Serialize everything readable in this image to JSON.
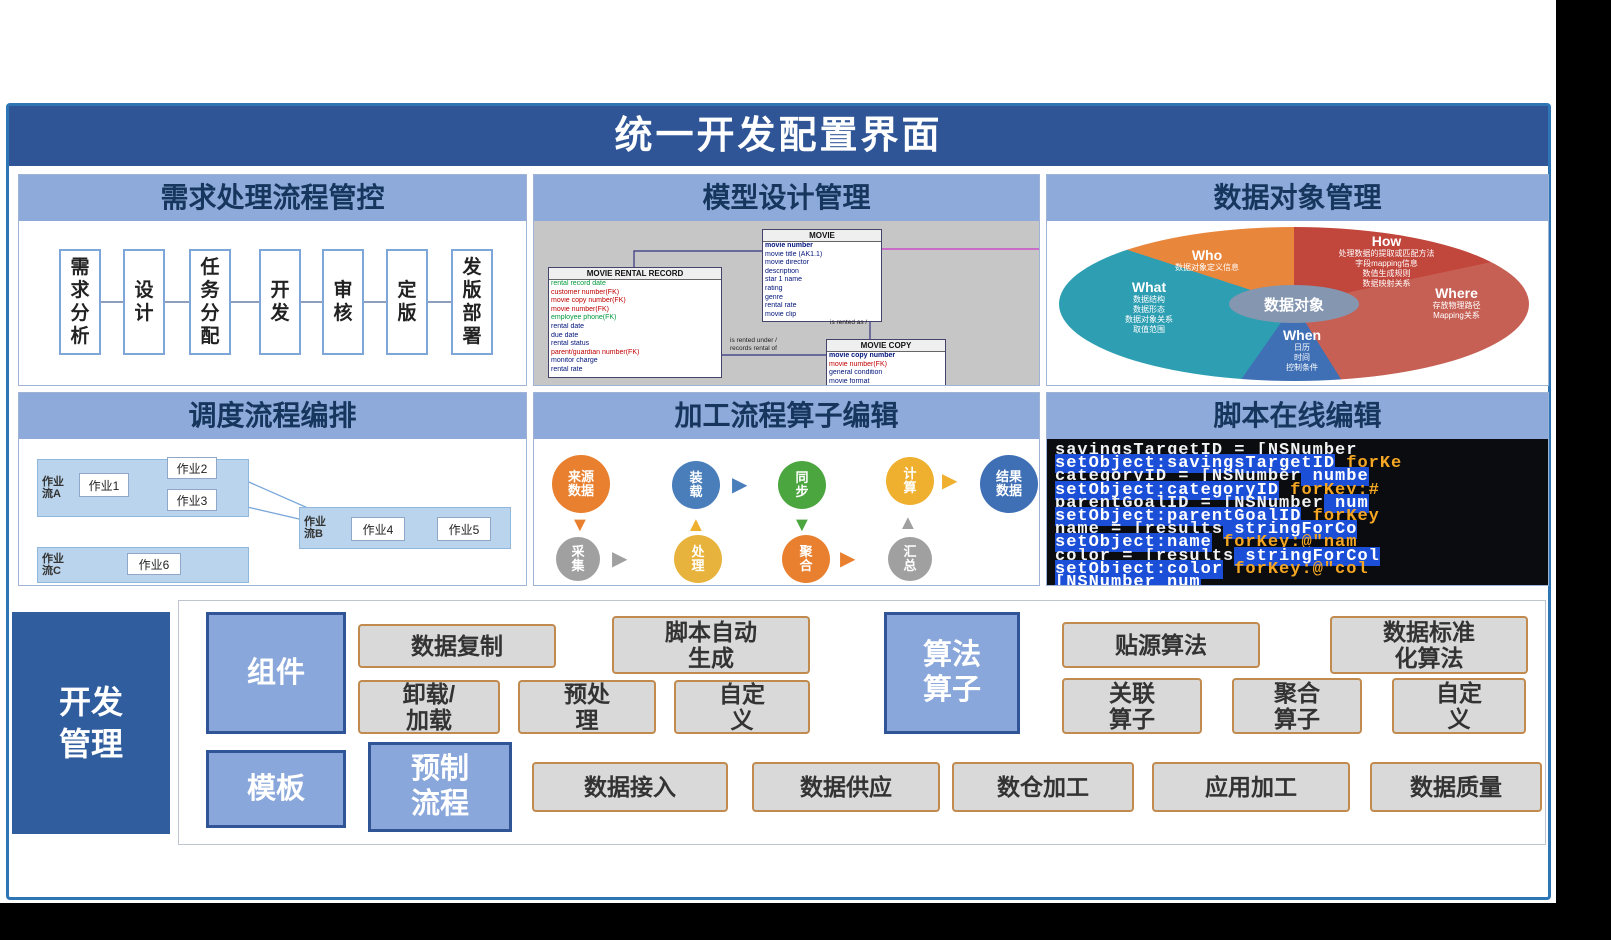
{
  "colors": {
    "header_bg": "#2F5597",
    "panel_header_bg": "#8EAADB",
    "accent_blue": "#2F5D9E",
    "button_gray": "#D9D9D9",
    "button_border": "#C18A4E",
    "code_highlight": "#1B4FD8"
  },
  "page": {
    "title": "统一开发配置界面"
  },
  "panels": {
    "req": {
      "title": "需求处理流程管控",
      "steps": [
        "需求分析",
        "设计",
        "任务分配",
        "开发",
        "审核",
        "定版",
        "发版部署"
      ]
    },
    "model": {
      "title": "模型设计管理",
      "er": {
        "rental": {
          "title": "MOVIE RENTAL RECORD",
          "fields": [
            "rental record date",
            "customer number(FK)",
            "movie copy number(FK)",
            "movie number(FK)",
            "employee phone(FK)",
            "rental date",
            "due date",
            "rental status",
            "parent/guardian number(FK)",
            "monitor charge",
            "rental rate"
          ]
        },
        "movie": {
          "title": "MOVIE",
          "fields": [
            "movie number",
            "movie title (AK1.1)",
            "movie director",
            "description",
            "star 1 name",
            "rating",
            "genre",
            "rental rate",
            "movie clip"
          ]
        },
        "copy": {
          "title": "MOVIE COPY",
          "fields": [
            "movie copy number",
            "movie number(FK)",
            "general condition",
            "movie format"
          ]
        },
        "labels": {
          "rented_as": "is rented as /",
          "rented_under": "is rented under /\nrecords rental of"
        }
      }
    },
    "dataobj": {
      "title": "数据对象管理",
      "wheel": {
        "center": "数据对象",
        "who": {
          "name": "Who",
          "lines": "数据对象定义信息"
        },
        "how": {
          "name": "How",
          "lines": "处理数据的提取或匹配方法\n字段mapping信息\n数值生成规则\n数据映射关系"
        },
        "where": {
          "name": "Where",
          "lines": "存放物理路径\nMapping关系"
        },
        "when": {
          "name": "When",
          "lines": "日历\n时间\n控制条件"
        },
        "what": {
          "name": "What",
          "lines": "数据结构\n数据形态\n数据对象关系\n取值范围"
        }
      }
    },
    "sched": {
      "title": "调度流程编排",
      "flow_a": "作业\n流A",
      "flow_b": "作业\n流B",
      "flow_c": "作业\n流C",
      "jobs": [
        "作业1",
        "作业2",
        "作业3",
        "作业4",
        "作业5",
        "作业6"
      ]
    },
    "op": {
      "title": "加工流程算子编辑",
      "nodes": {
        "src": "来源\n数据",
        "load": "装\n载",
        "sync": "同\n步",
        "calc": "计\n算",
        "result": "结果\n数据",
        "collect": "采\n集",
        "process": "处\n理",
        "agg": "聚\n合",
        "sum": "汇\n总"
      }
    },
    "script": {
      "title": "脚本在线编辑",
      "lines": [
        {
          "a": "savingsTargetID = [NSNumber",
          "b": ""
        },
        {
          "a": "setObject:savingsTargetID",
          "b": " forKe"
        },
        {
          "a": "categoryID = [NSNumber",
          "b": " numbe"
        },
        {
          "a": "setObject:categoryID",
          "b": " forKey:#"
        },
        {
          "a": "parentGoalID = [NSNumber",
          "b": " num"
        },
        {
          "a": "setObject:parentGoalID",
          "b": " forKey"
        },
        {
          "a": "name = [results",
          "b": " stringForCo"
        },
        {
          "a": "setObject:name",
          "b": " forKey:@\"nam"
        },
        {
          "a": "color = [results",
          "b": " stringForCol"
        },
        {
          "a": "setObject:color",
          "b": " forKey:@\"col"
        },
        {
          "a": "[NSNumber num",
          "b": ""
        }
      ]
    }
  },
  "bottom": {
    "dev": "开发\n管理",
    "component": {
      "label": "组件",
      "buttons": [
        "数据复制",
        "脚本自动\n生成",
        "卸载/\n加载",
        "预处\n理",
        "自定\n义"
      ]
    },
    "algo": {
      "label": "算法\n算子",
      "buttons": [
        "贴源算法",
        "数据标准\n化算法",
        "关联\n算子",
        "聚合\n算子",
        "自定\n义"
      ]
    },
    "template": {
      "label": "模板",
      "preset": "预制\n流程",
      "buttons": [
        "数据接入",
        "数据供应",
        "数仓加工",
        "应用加工",
        "数据质量"
      ]
    }
  }
}
